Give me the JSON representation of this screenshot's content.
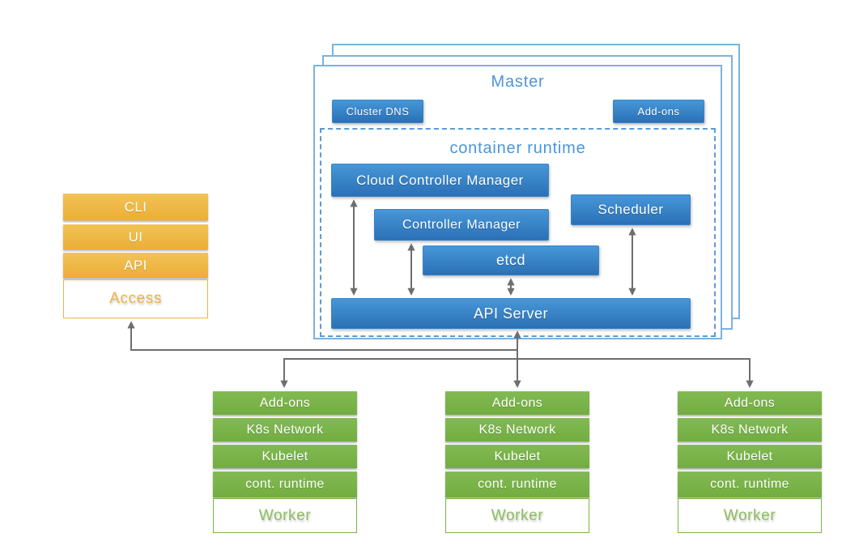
{
  "master": {
    "title": "Master",
    "buttons": {
      "cluster_dns": "Cluster DNS",
      "addons": "Add-ons"
    },
    "container_runtime": {
      "title": "container runtime",
      "components": {
        "cloud_controller_manager": "Cloud Controller Manager",
        "controller_manager": "Controller Manager",
        "scheduler": "Scheduler",
        "etcd": "etcd",
        "api_server": "API Server"
      }
    }
  },
  "access": {
    "rows": [
      "CLI",
      "UI",
      "API"
    ],
    "label": "Access"
  },
  "worker": {
    "count": 3,
    "rows": [
      "Add-ons",
      "K8s Network",
      "Kubelet",
      "cont. runtime"
    ],
    "label": "Worker"
  },
  "colors": {
    "blue_box_top": "#4697d8",
    "blue_box_bottom": "#2b70b6",
    "title_blue": "#4a96d9",
    "master_border_blue": "#7cb2dc",
    "dashed_border_blue": "#5b9bd5",
    "orange_top": "#f2c257",
    "orange_bottom": "#ecae35",
    "orange_label_text": "#edb348",
    "green_top": "#82ba52",
    "green_bottom": "#72ad41",
    "green_label_text": "#8cbf5d",
    "arrow_gray": "#6e6e6e"
  }
}
